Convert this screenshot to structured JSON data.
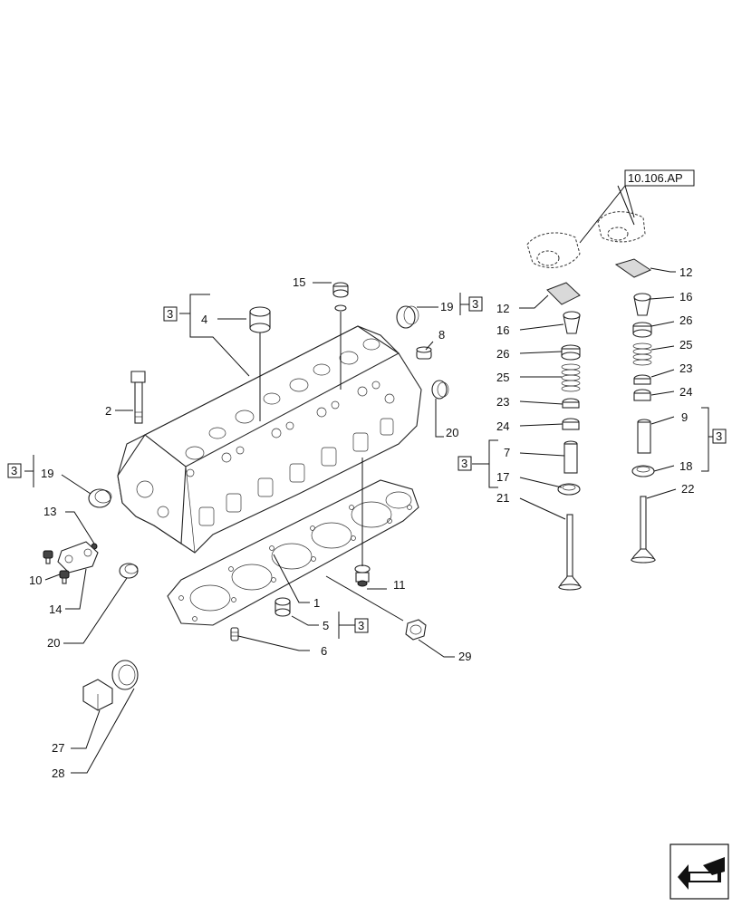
{
  "callouts": {
    "ref_10_106_ap": "10.106.AP",
    "ref_3": "3",
    "p1": "1",
    "p2": "2",
    "p4": "4",
    "p5": "5",
    "p6": "6",
    "p7": "7",
    "p8": "8",
    "p9": "9",
    "p10": "10",
    "p11": "11",
    "p12": "12",
    "p13": "13",
    "p14": "14",
    "p15": "15",
    "p16": "16",
    "p17": "17",
    "p18": "18",
    "p19": "19",
    "p20": "20",
    "p21": "21",
    "p22": "22",
    "p23": "23",
    "p24": "24",
    "p25": "25",
    "p26": "26",
    "p27": "27",
    "p28": "28",
    "p29": "29"
  },
  "icons": {
    "nav_arrow": "next-page-arrow-icon"
  }
}
